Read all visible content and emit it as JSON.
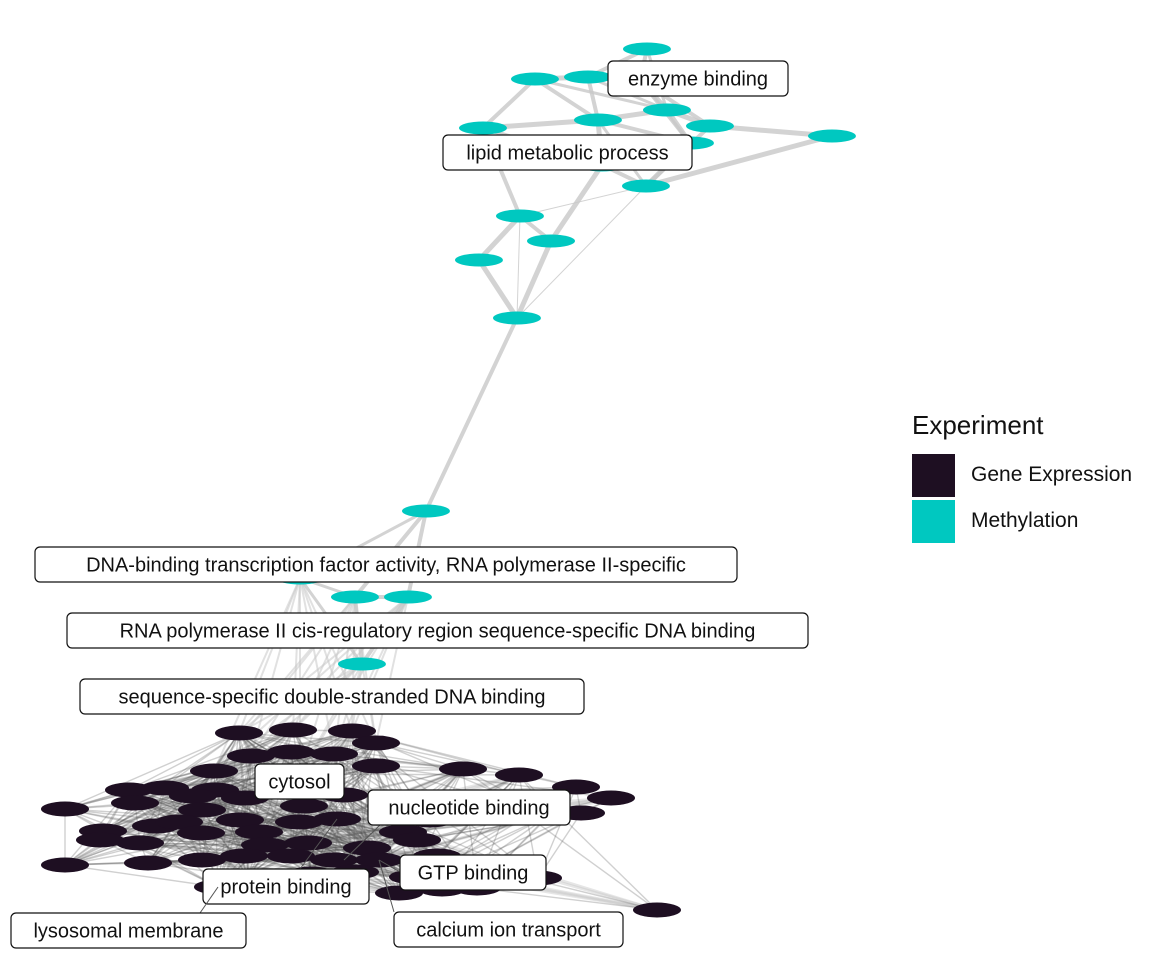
{
  "legend": {
    "title": "Experiment",
    "items": [
      {
        "label": "Gene Expression",
        "color": "#1e0f22"
      },
      {
        "label": "Methylation",
        "color": "#00c8c0"
      }
    ]
  },
  "colors": {
    "gene_expression": "#1e0f22",
    "methylation": "#00c8c0",
    "edge": "#c8c8c8",
    "dense_edge": "#555555",
    "label_border": "#111111"
  },
  "labels": [
    "enzyme binding",
    "lipid metabolic process",
    "DNA-binding transcription factor activity, RNA polymerase II-specific",
    "RNA polymerase II cis-regulatory region sequence-specific DNA binding",
    "sequence-specific double-stranded DNA binding",
    "cytosol",
    "nucleotide binding",
    "GTP binding",
    "protein binding",
    "lysosomal membrane",
    "calcium ion transport"
  ]
}
